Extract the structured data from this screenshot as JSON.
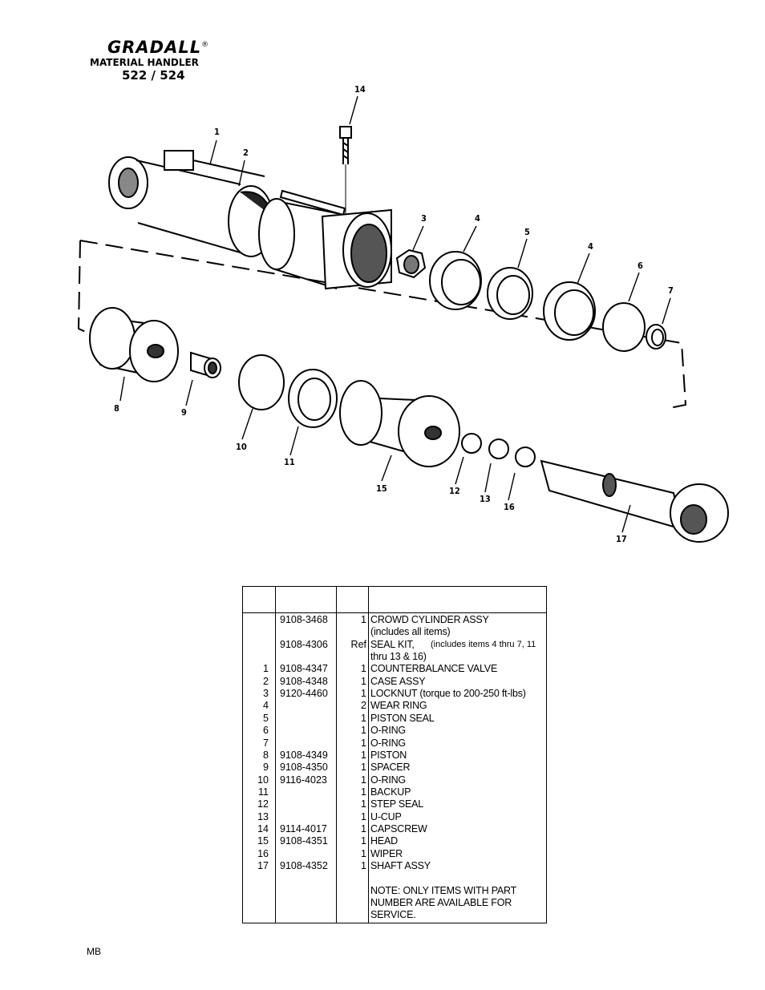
{
  "header": {
    "brand": "GRADALL",
    "registered": "®",
    "subtitle": "MATERIAL HANDLER",
    "model": "522 / 524"
  },
  "callouts": [
    "1",
    "2",
    "3",
    "4",
    "5",
    "4",
    "6",
    "7",
    "8",
    "9",
    "10",
    "11",
    "15",
    "12",
    "13",
    "16",
    "17",
    "14"
  ],
  "table": {
    "rows": [
      {
        "item": "",
        "part": "9108-3468",
        "qty": "1",
        "desc": "CROWD CYLINDER ASSY"
      },
      {
        "item": "",
        "part": "",
        "qty": "",
        "desc": "(includes all items)"
      },
      {
        "item": "",
        "part": "9108-4306",
        "qty": "Ref",
        "desc": "SEAL KIT, ",
        "desc_small": "(includes items 4 thru 7, 11"
      },
      {
        "item": "",
        "part": "",
        "qty": "",
        "desc": "thru 13 & 16)"
      },
      {
        "item": "1",
        "part": "9108-4347",
        "qty": "1",
        "desc": "COUNTERBALANCE VALVE"
      },
      {
        "item": "2",
        "part": "9108-4348",
        "qty": "1",
        "desc": "CASE ASSY"
      },
      {
        "item": "3",
        "part": "9120-4460",
        "qty": "1",
        "desc": "LOCKNUT (torque to 200-250 ft-lbs)"
      },
      {
        "item": "4",
        "part": "",
        "qty": "2",
        "desc": "WEAR RING"
      },
      {
        "item": "5",
        "part": "",
        "qty": "1",
        "desc": "PISTON SEAL"
      },
      {
        "item": "6",
        "part": "",
        "qty": "1",
        "desc": "O-RING"
      },
      {
        "item": "7",
        "part": "",
        "qty": "1",
        "desc": "O-RING"
      },
      {
        "item": "8",
        "part": "9108-4349",
        "qty": "1",
        "desc": "PISTON"
      },
      {
        "item": "9",
        "part": "9108-4350",
        "qty": "1",
        "desc": "SPACER"
      },
      {
        "item": "10",
        "part": "9116-4023",
        "qty": "1",
        "desc": "O-RING"
      },
      {
        "item": "11",
        "part": "",
        "qty": "1",
        "desc": "BACKUP"
      },
      {
        "item": "12",
        "part": "",
        "qty": "1",
        "desc": "STEP SEAL"
      },
      {
        "item": "13",
        "part": "",
        "qty": "1",
        "desc": "U-CUP"
      },
      {
        "item": "14",
        "part": "9114-4017",
        "qty": "1",
        "desc": "CAPSCREW"
      },
      {
        "item": "15",
        "part": "9108-4351",
        "qty": "1",
        "desc": "HEAD"
      },
      {
        "item": "16",
        "part": "",
        "qty": "1",
        "desc": "WIPER"
      },
      {
        "item": "17",
        "part": "9108-4352",
        "qty": "1",
        "desc": "SHAFT ASSY"
      },
      {
        "item": "",
        "part": "",
        "qty": "",
        "desc": ""
      },
      {
        "item": "",
        "part": "",
        "qty": "",
        "desc": "NOTE: ONLY ITEMS WITH PART"
      },
      {
        "item": "",
        "part": "",
        "qty": "",
        "desc": "NUMBER ARE AVAILABLE FOR"
      },
      {
        "item": "",
        "part": "",
        "qty": "",
        "desc": "SERVICE."
      }
    ]
  },
  "footer": {
    "code": "MB"
  }
}
